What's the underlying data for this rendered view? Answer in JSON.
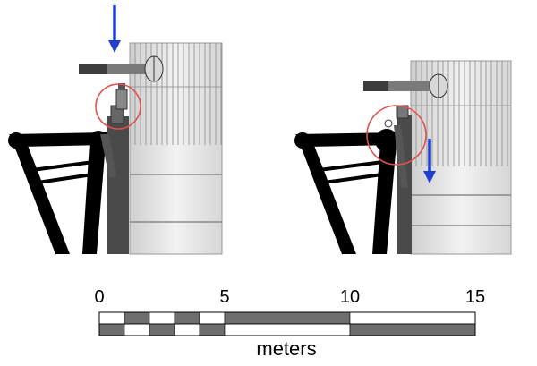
{
  "scale_bar": {
    "tick_labels": [
      "0",
      "5",
      "10",
      "15"
    ],
    "unit_label": "meters",
    "range_meters": [
      0,
      15
    ]
  },
  "colors": {
    "structure_black": "#000000",
    "structure_gray": "#4a4a4a",
    "arm_dark": "#3c3c3c",
    "arm_light": "#7a7a7a",
    "tower_light": "#e0e0e0",
    "highlight_circle": "#e05050",
    "motion_arrow": "#1f3fd0",
    "scale_dark": "#6e6e6e",
    "scale_light": "#ffffff"
  },
  "panels": [
    {
      "id": "before",
      "arrow_direction": "down",
      "arrow_position": "above-arm"
    },
    {
      "id": "after",
      "arrow_direction": "down",
      "arrow_position": "beside-tower"
    }
  ],
  "icons": [
    "down-arrow-icon",
    "highlight-circle-icon"
  ]
}
